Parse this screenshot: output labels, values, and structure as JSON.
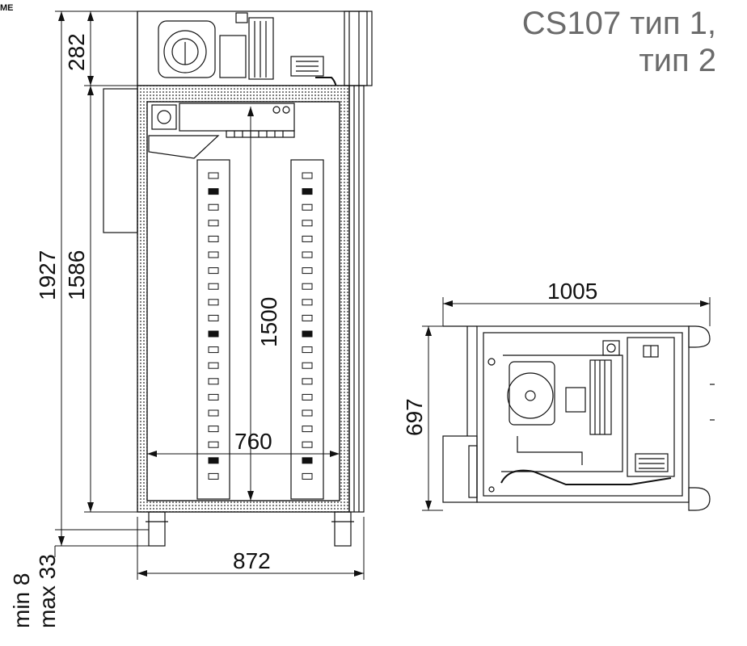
{
  "corner_text": "ME",
  "title": {
    "line1": "CS107 тип 1,",
    "line2": "тип 2"
  },
  "dimensions": {
    "top_height": "282",
    "total_height": "1927",
    "door_height": "1586",
    "inner_height": "1500",
    "inner_width": "760",
    "total_width": "872",
    "depth_width": "1005",
    "depth_height": "697",
    "leg_min": "min 8",
    "leg_max": "max 33"
  },
  "colors": {
    "line": "#111111",
    "title": "#6b6b6b",
    "insulation": "#c8c8c8"
  }
}
